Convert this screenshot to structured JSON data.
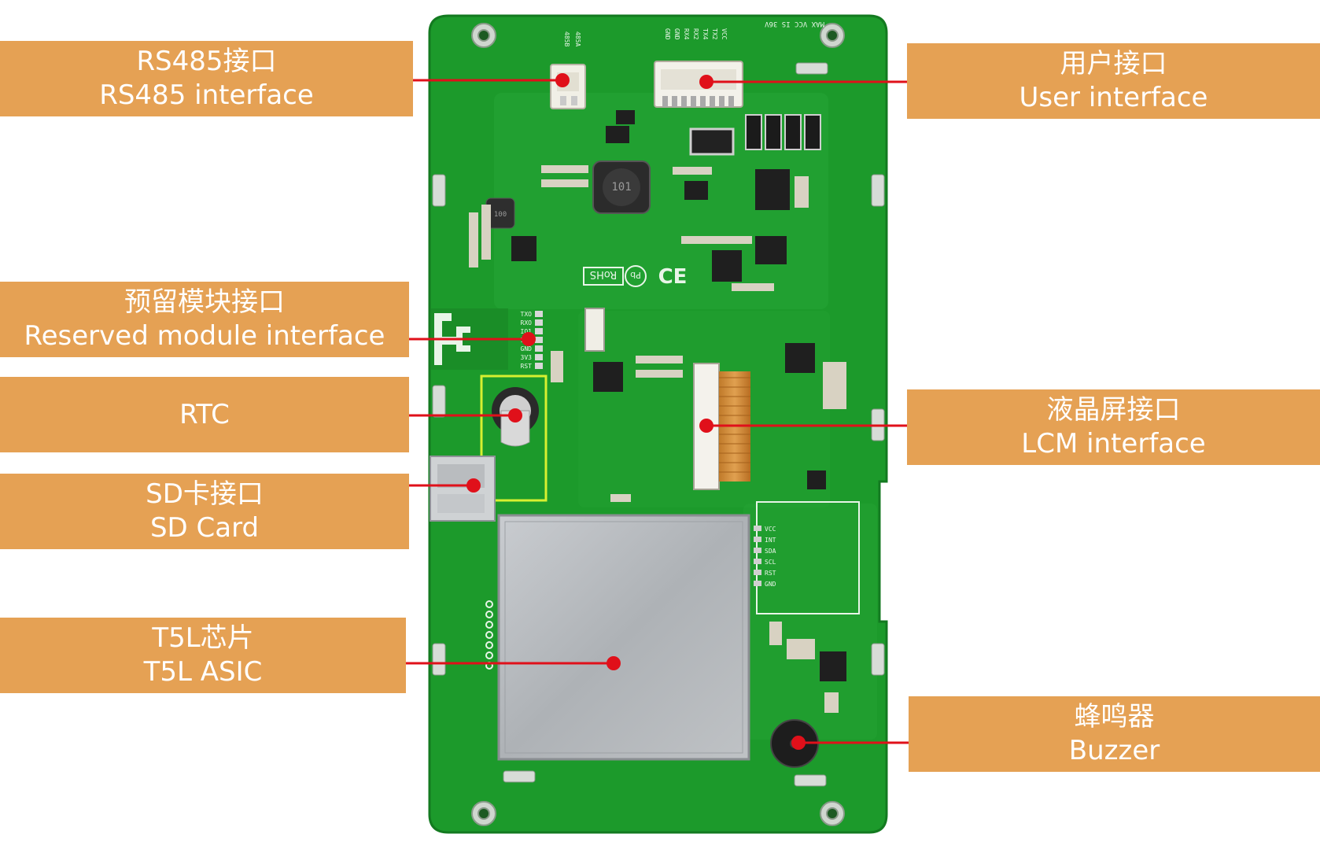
{
  "labels": {
    "rs485": {
      "zh": "RS485接口",
      "en": "RS485 interface"
    },
    "user": {
      "zh": "用户接口",
      "en": "User interface"
    },
    "reserved": {
      "zh": "预留模块接口",
      "en": "Reserved module interface"
    },
    "rtc": {
      "en": "RTC"
    },
    "lcm": {
      "zh": "液晶屏接口",
      "en": "LCM interface"
    },
    "sd": {
      "zh": "SD卡接口",
      "en": "SD Card"
    },
    "t5l": {
      "zh": "T5L芯片",
      "en": "T5L ASIC"
    },
    "buzzer": {
      "zh": "蜂鸣器",
      "en": "Buzzer"
    }
  },
  "board": {
    "top_silkscreen": "MAX VCC IS 36V",
    "user_pins": [
      "GND",
      "GND",
      "RX4",
      "RX2",
      "TX4",
      "TX2",
      "VCC"
    ],
    "rs485_pins": [
      "485B",
      "485A"
    ],
    "module_pins": [
      "TXO",
      "RXO",
      "IO1",
      "IO2",
      "GND",
      "3V3",
      "RST"
    ],
    "touch_pins": [
      "VCC",
      "INT",
      "SDA",
      "SCL",
      "RST",
      "GND"
    ],
    "inductor_mark": "101",
    "small_inductor_mark": "100",
    "rohs_text": "RoHS",
    "ce_text": "CE",
    "pb_text": "Pb"
  },
  "colors": {
    "label_bg": "#e5a154",
    "pcb": "#1e9a2c",
    "pointer": "#e0101a"
  }
}
